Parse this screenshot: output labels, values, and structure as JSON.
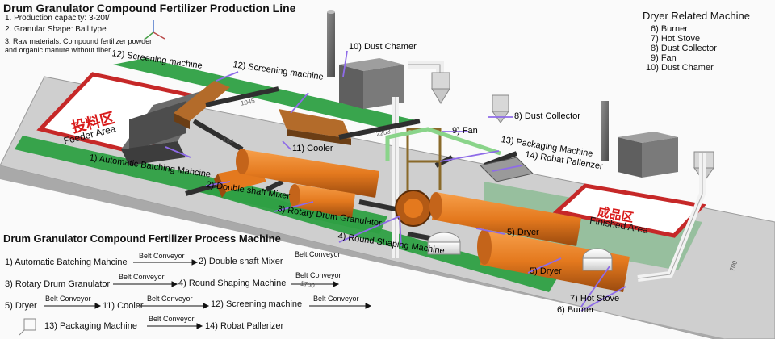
{
  "title": "Drum Granulator Compound Fertilizer Production Line",
  "specs": [
    "1. Production capacity: 3-20t/",
    "2. Granular Shape: Ball type",
    "3. Raw materials: Compound fertilizer powder",
    "and organic manure without fiber"
  ],
  "dryer_section": {
    "title": "Dryer Related Machine",
    "items": [
      "6) Burner",
      "7) Hot Stove",
      "8) Dust Collector",
      "9) Fan",
      "10) Dust Chamer"
    ]
  },
  "areas": {
    "feeder": "Feeder Area",
    "feeder_cn": "投料区",
    "finished": "Finished Area",
    "finished_cn": "成品区"
  },
  "callouts": {
    "dust_chamer": "10) Dust Chamer",
    "screening_left": "12) Screening machine",
    "screening_mid": "12) Screening machine",
    "dust_collector": "8) Dust Collector",
    "fan": "9) Fan",
    "packaging": "13) Packaging Machine",
    "robat": "14) Robat Pallerizer",
    "cooler": "11) Cooler",
    "batching": "1) Automatic Batching Mahcine",
    "mixer": "2) Double shaft Mixer",
    "granulator": "3) Rotary Drum Granulator",
    "shaping": "4) Round Shaping Machine",
    "dryer1": "5) Dryer",
    "dryer2": "5) Dryer",
    "hot_stove": "7) Hot Stove",
    "burner": "6) Burner"
  },
  "dimensions": {
    "d1": "1045",
    "d2": "2253",
    "d3": "1700",
    "d4": "700",
    "d5": "194"
  },
  "process": {
    "title": "Drum Granulator Compound Fertilizer Process Machine",
    "conveyor_label": "Belt Conveyor",
    "rows": [
      [
        "1) Automatic Batching Mahcine",
        "2) Double shaft Mixer"
      ],
      [
        "3) Rotary Drum Granulator",
        "4) Round Shaping Machine"
      ],
      [
        "5) Dryer",
        "11) Cooler",
        "12) Screening machine"
      ],
      [
        "13) Packaging Machine",
        "14) Robat Pallerizer"
      ]
    ]
  },
  "colors": {
    "floor": "#cfcfcf",
    "green": "#2ea043",
    "drum": "#e4791e",
    "red_border": "#c62828",
    "callout": "#8e6be8"
  }
}
